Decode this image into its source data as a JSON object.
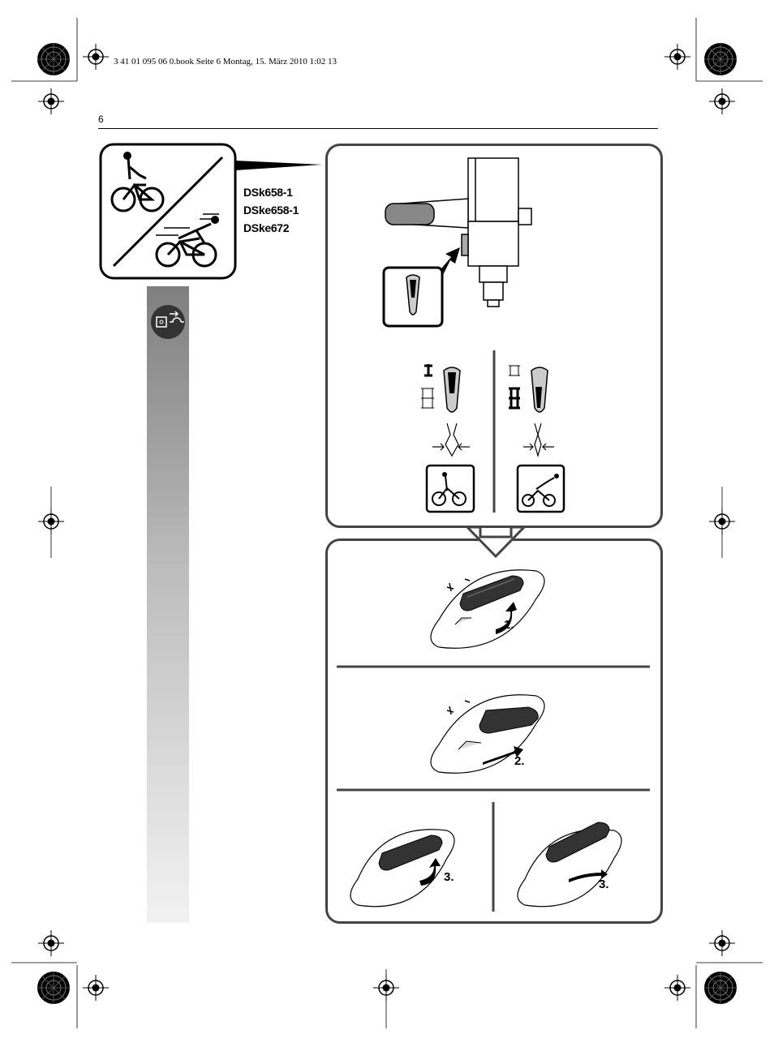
{
  "header": {
    "file_info": "3 41 01 095 06 0.book  Seite 6  Montag, 15. März 2010  1:02 13",
    "page_number": "6"
  },
  "models": [
    "DSk658-1",
    "DSke658-1",
    "DSke672"
  ],
  "steps": {
    "step1": "1.",
    "step2": "2.",
    "step3a": "3.",
    "step3b": "3."
  },
  "icons": [
    "registration-mark-icon",
    "cyclist-slow-fast-icon",
    "unplug-icon",
    "speed-selector-icon",
    "gear-switch-icon",
    "rotate-arrow-icon",
    "slide-arrow-icon"
  ]
}
